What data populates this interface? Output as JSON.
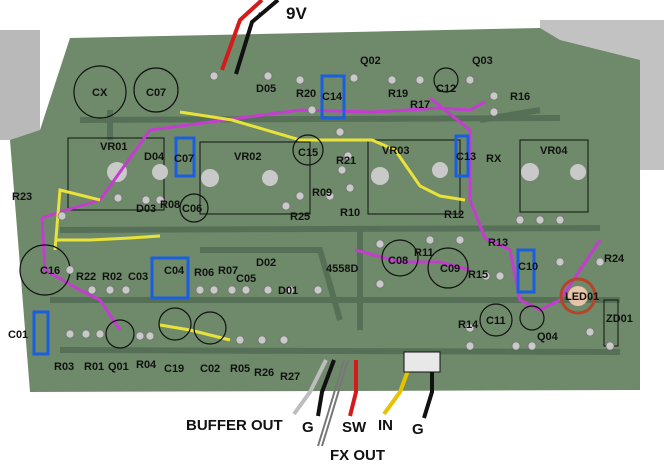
{
  "colors": {
    "board": "#6f8a6a",
    "board_dark": "#4c6650",
    "trace_purple": "#c43cd0",
    "trace_yellow": "#e8e23a",
    "trace_cyan": "#8de6ea",
    "marker_blue": "#1a5fe0",
    "pad": "#c9c9c9",
    "outline": "#1a1a1a",
    "wire_red": "#d41b1b",
    "wire_black": "#111111",
    "wire_yellow": "#e6c200",
    "wire_white": "#dddddd",
    "led_ring": "#b5452a"
  },
  "top_labels": {
    "minus": "-",
    "battery": "9V"
  },
  "component_labels": [
    "CX",
    "C07",
    "D05",
    "R20",
    "C14",
    "Q02",
    "R19",
    "C12",
    "Q03",
    "R16",
    "R17",
    "VR01",
    "D04",
    "C07",
    "VR02",
    "C15",
    "R21",
    "VR03",
    "C13",
    "RX",
    "VR04",
    "R09",
    "R23",
    "D03",
    "R08",
    "C06",
    "R25",
    "R10",
    "R12",
    "R11",
    "R13",
    "R24",
    "C16",
    "R22",
    "R02",
    "C03",
    "C04",
    "R06",
    "R07",
    "D02",
    "C05",
    "4558D",
    "C08",
    "C09",
    "R15",
    "C10",
    "D01",
    "LED01",
    "C01",
    "R14",
    "C11",
    "Q04",
    "ZD01",
    "R03",
    "R01",
    "Q01",
    "R04",
    "C19",
    "C02",
    "R05",
    "R26",
    "R27"
  ],
  "wire_labels": {
    "buffer_out": "BUFFER OUT",
    "g_left": "G",
    "sw": "SW",
    "in": "IN",
    "g_right": "G",
    "fx_out": "FX OUT"
  }
}
